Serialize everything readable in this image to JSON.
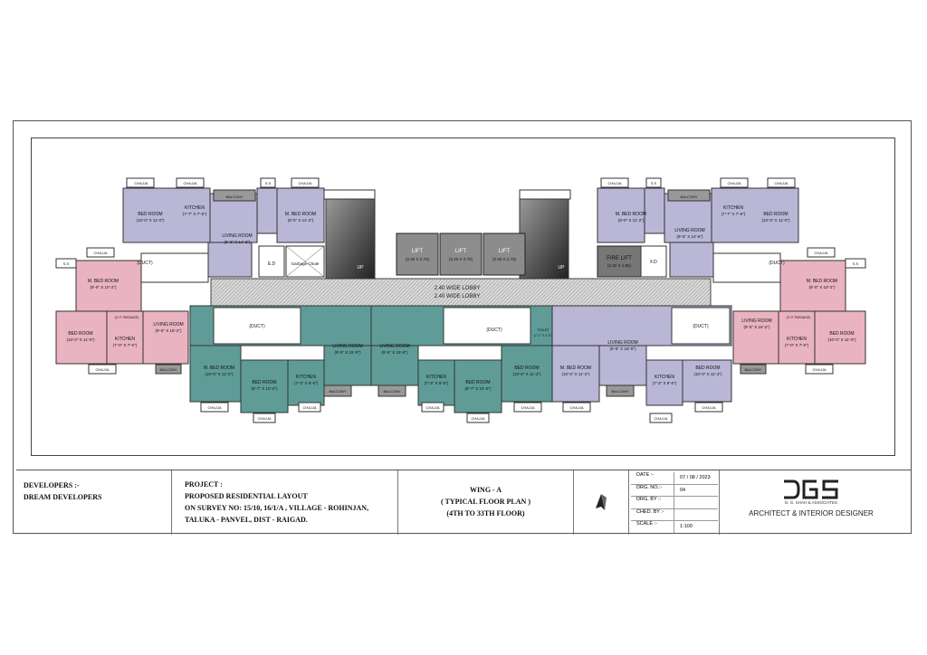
{
  "plan_labels": {
    "chajja": "CHAJJA",
    "ss": "S.S",
    "balcony": "BALCONY",
    "duct": "(DUCT)",
    "passage": "(3'-0\" PASSAGE)",
    "toilet": "TOILET",
    "lift": "LIFT",
    "lift_size": "(2.40 X 2.70)",
    "fire_lift": "FIRE LIFT",
    "fire_lift_size": "(2.40 X 1.85)",
    "fd": "F.D",
    "ed": "E.D",
    "garbage_chute": "Garbage Chute",
    "lobby": "2.40 WIDE LOBBY",
    "up": "UP",
    "bed_room": "BED ROOM",
    "m_bed_room": "M. BED ROOM",
    "living_room": "LIVING ROOM",
    "kitchen": "KITCHEN",
    "dim_bed_a": "(10'-0\" X 11'-0\")",
    "dim_mbed_a": "(9'-0\" X 11'-2\")",
    "dim_kitchen_a": "(7'-7\" X 7'-6\")",
    "dim_living_a": "(9'-6\" X 14'-6\")",
    "dim_mbed_b": "(9'-0\" X 10'-2\")",
    "dim_bed_b": "(10'-0\" X 11'-0\")",
    "dim_kitchen_b": "(7'-0\" X 7'-0\")",
    "dim_living_b": "(9'-5\" X 15'-2\")",
    "dim_mbed_c": "(10'-0\" X 11'-2\")",
    "dim_bed_c": "(9'-7\" X 10'-0\")",
    "dim_kitchen_c": "(7'-3\" X 8'-0\")",
    "dim_living_c": "(9'-5\" X 15'-8\")",
    "dim_toilet_c": "(7'-7\" X 4'-0\")"
  },
  "title_block": {
    "developers_label": "DEVELOPERS :-",
    "developers_name": "DREAM DEVELOPERS",
    "project_label": "PROJECT :",
    "project_line1": "PROPOSED RESIDENTIAL LAYOUT",
    "project_line2": "ON SURVEY NO: 15/10, 16/1/A ,  VILLAGE - ROHINJAN,",
    "project_line3": "TALUKA - PANVEL, DIST - RAIGAD.",
    "wing": "WING - A",
    "plan_type": "( TYPICAL FLOOR PLAN )",
    "floors": "(4TH TO 33TH FLOOR)",
    "info": [
      {
        "key": "DATE :-",
        "value": "07 / 08 / 2023"
      },
      {
        "key": "DRG. NO.:-",
        "value": "04"
      },
      {
        "key": "DRG. BY :-",
        "value": ""
      },
      {
        "key": "CHED. BY :-",
        "value": ""
      },
      {
        "key": "SCALE :-",
        "value": "1:100"
      }
    ],
    "firm_logo": "DGS",
    "firm_name": "D. G. SHAH & ASSOCIATES",
    "firm_title": "ARCHITECT & INTERIOR DESIGNER"
  },
  "colors": {
    "lavender": "#b9b6d6",
    "pink": "#eab3c1",
    "teal": "#5f9c97",
    "lobby": "#cfcfcf",
    "lift": "#8c8c8c"
  }
}
